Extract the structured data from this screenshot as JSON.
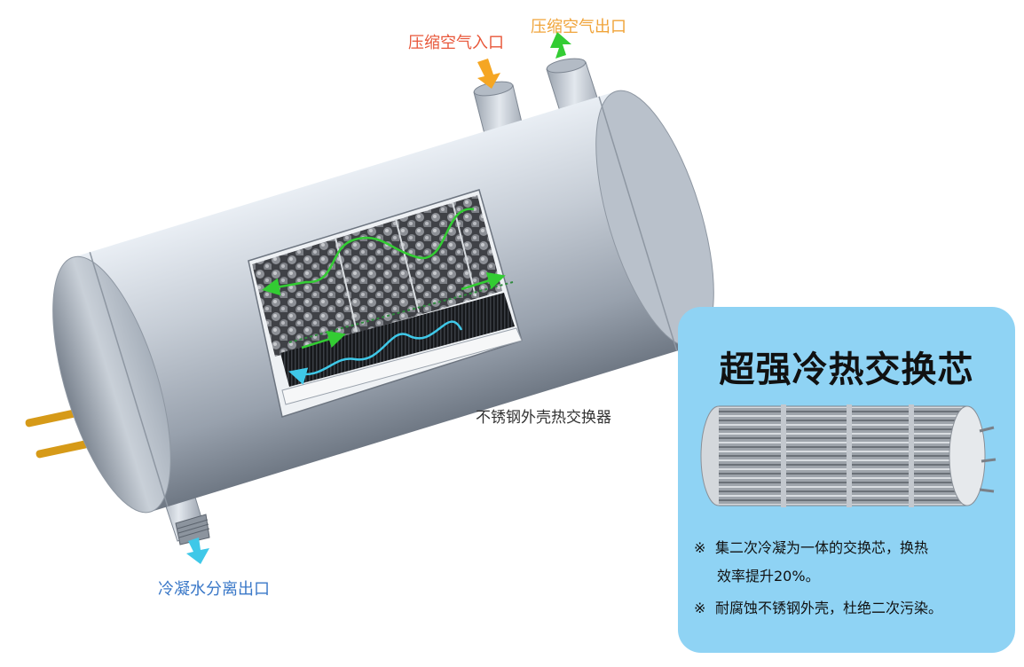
{
  "labels": {
    "inlet": "压缩空气入口",
    "outlet": "压缩空气出口",
    "body": "不锈钢外壳热交换器",
    "drain": "冷凝水分离出口"
  },
  "panel": {
    "title": "超强冷热交换芯",
    "notes": [
      {
        "mark": "※",
        "line1": "集二次冷凝为一体的交换芯，换热",
        "line2": "效率提升20%。"
      },
      {
        "mark": "※",
        "line1": "耐腐蚀不锈钢外壳，杜绝二次污染。",
        "line2": ""
      }
    ]
  },
  "colors": {
    "inlet_label": "#e8573a",
    "outlet_label": "#f0a43a",
    "drain_label": "#3a78c8",
    "inlet_arrow": "#f5a623",
    "outlet_arrow": "#33cc33",
    "drain_arrow": "#3fc8e8",
    "panel_bg": "#8fd3f4"
  }
}
